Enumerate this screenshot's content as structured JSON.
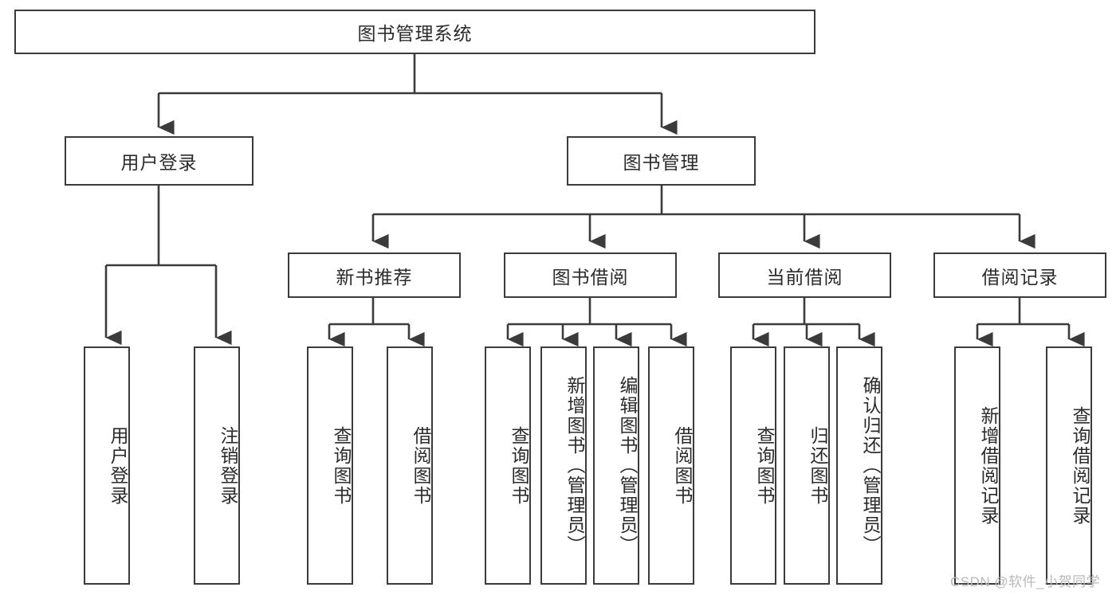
{
  "diagram": {
    "title": "图书管理系统",
    "type": "tree-hierarchy",
    "colors": {
      "stroke": "#3b3b3b",
      "text": "#2b2b2b",
      "background": "#ffffff",
      "watermark": "#b9b9b9"
    },
    "root": {
      "label": "图书管理系统"
    },
    "level2": [
      {
        "label": "用户登录"
      },
      {
        "label": "图书管理"
      }
    ],
    "level3": [
      {
        "label": "新书推荐"
      },
      {
        "label": "图书借阅"
      },
      {
        "label": "当前借阅"
      },
      {
        "label": "借阅记录"
      }
    ],
    "leaves": {
      "user_login": [
        {
          "label": "用户登录"
        },
        {
          "label": "注销登录"
        }
      ],
      "new_book_recommend": [
        {
          "label": "查询图书"
        },
        {
          "label": "借阅图书"
        }
      ],
      "book_borrow": [
        {
          "label": "查询图书"
        },
        {
          "label": "新增图书（管理员）"
        },
        {
          "label": "编辑图书（管理员）"
        },
        {
          "label": "借阅图书"
        }
      ],
      "current_borrow": [
        {
          "label": "查询图书"
        },
        {
          "label": "归还图书"
        },
        {
          "label": "确认归还（管理员）"
        }
      ],
      "borrow_record": [
        {
          "label": "新增借阅记录"
        },
        {
          "label": "查询借阅记录"
        }
      ]
    }
  },
  "watermark": {
    "text": "CSDN @软件_小贺同学"
  }
}
